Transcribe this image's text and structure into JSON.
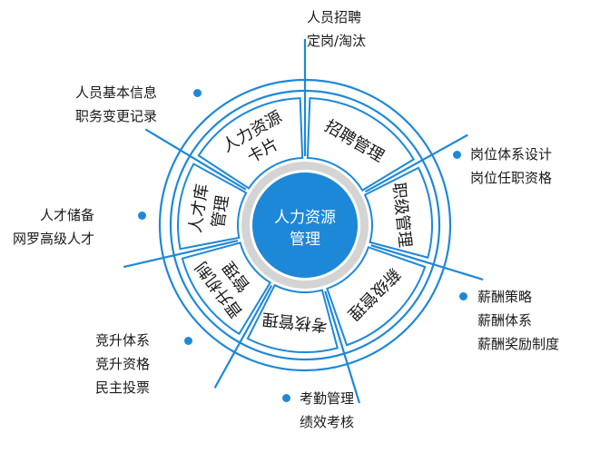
{
  "center": {
    "line1": "人力资源",
    "line2": "管理"
  },
  "segments": [
    {
      "line1": "招聘管理",
      "line2": ""
    },
    {
      "line1": "职级管理",
      "line2": ""
    },
    {
      "line1": "薪级管理",
      "line2": ""
    },
    {
      "line1": "考核管理",
      "line2": ""
    },
    {
      "line1": "晋升机制",
      "line2": "管理"
    },
    {
      "line1": "人才库",
      "line2": "管理"
    },
    {
      "line1": "人力资源",
      "line2": "卡片"
    }
  ],
  "labels": [
    {
      "lines": [
        "人员招聘",
        "定岗/淘汰"
      ]
    },
    {
      "lines": [
        "岗位体系设计",
        "岗位任职资格"
      ]
    },
    {
      "lines": [
        "薪酬策略",
        "薪酬体系",
        "薪酬奖励制度"
      ]
    },
    {
      "lines": [
        "考勤管理",
        "绩效考核"
      ]
    },
    {
      "lines": [
        "竞升体系",
        "竞升资格",
        "民主投票"
      ]
    },
    {
      "lines": [
        "人才储备",
        "网罗高级人才"
      ]
    },
    {
      "lines": [
        "人员基本信息",
        "职务变更记录"
      ]
    }
  ],
  "colors": {
    "accent": "#1e88d8",
    "center_fill": "#1e88d8",
    "center_ring": "#d4d4d4",
    "text": "#1a1a1a"
  }
}
